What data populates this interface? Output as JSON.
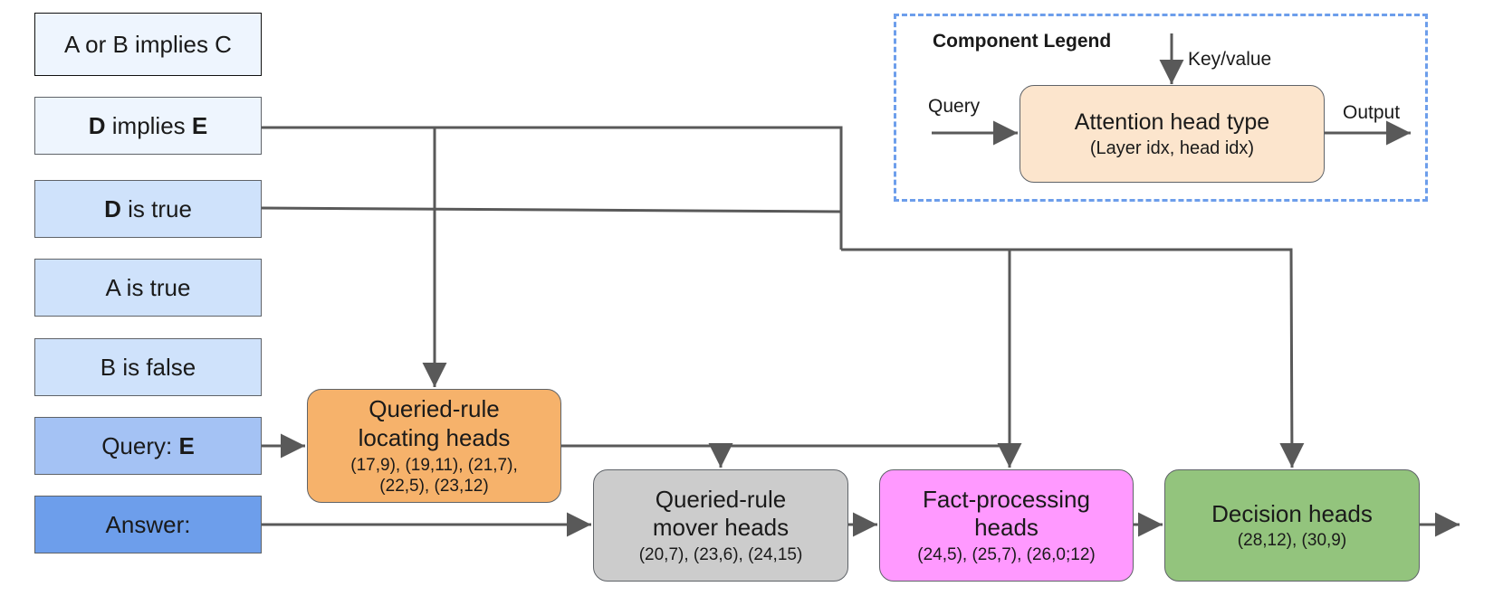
{
  "tokens": [
    {
      "pre": "",
      "bold": "",
      "post": "A or B implies C",
      "bold2": "",
      "fill": "#eef5fe",
      "border": "#111111"
    },
    {
      "pre": "",
      "bold": "D",
      "post": " implies ",
      "bold2": "E",
      "fill": "#eef5fe",
      "border": "#5f6368"
    },
    {
      "pre": "",
      "bold": "D",
      "post": " is true",
      "bold2": "",
      "fill": "#cfe2fb",
      "border": "#5f6368"
    },
    {
      "pre": "",
      "bold": "",
      "post": "A is true",
      "bold2": "",
      "fill": "#cfe2fb",
      "border": "#5f6368"
    },
    {
      "pre": "",
      "bold": "",
      "post": "B is false",
      "bold2": "",
      "fill": "#cfe2fb",
      "border": "#5f6368"
    },
    {
      "pre": "Query: ",
      "bold": "E",
      "post": "",
      "bold2": "",
      "fill": "#a4c2f4",
      "border": "#5f6368"
    },
    {
      "pre": "",
      "bold": "",
      "post": "Answer:",
      "bold2": "",
      "fill": "#6d9eeb",
      "border": "#5f6368"
    }
  ],
  "heads": {
    "locating": {
      "title_1": "Queried-rule",
      "title_2": "locating heads",
      "idx_1": "(17,9), (19,11), (21,7),",
      "idx_2": "(22,5), (23,12)",
      "fill": "#f6b26b"
    },
    "mover": {
      "title_1": "Queried-rule",
      "title_2": "mover heads",
      "idx_1": "(20,7), (23,6), (24,15)",
      "fill": "#cccccc"
    },
    "fact": {
      "title_1": "Fact-processing",
      "title_2": "heads",
      "idx_1": "(24,5), (25,7), (26,0;12)",
      "fill": "#ff99ff"
    },
    "decision": {
      "title_1": "Decision heads",
      "idx_1": "(28,12), (30,9)",
      "fill": "#93c47d"
    }
  },
  "legend": {
    "title": "Component Legend",
    "key_value": "Key/value",
    "query": "Query",
    "output": "Output",
    "box_title": "Attention head type",
    "box_sub": "(Layer idx, head idx)",
    "box_fill": "#fce5cd"
  },
  "colors": {
    "arrow": "#595959",
    "legend_dash": "#6d9eeb"
  }
}
